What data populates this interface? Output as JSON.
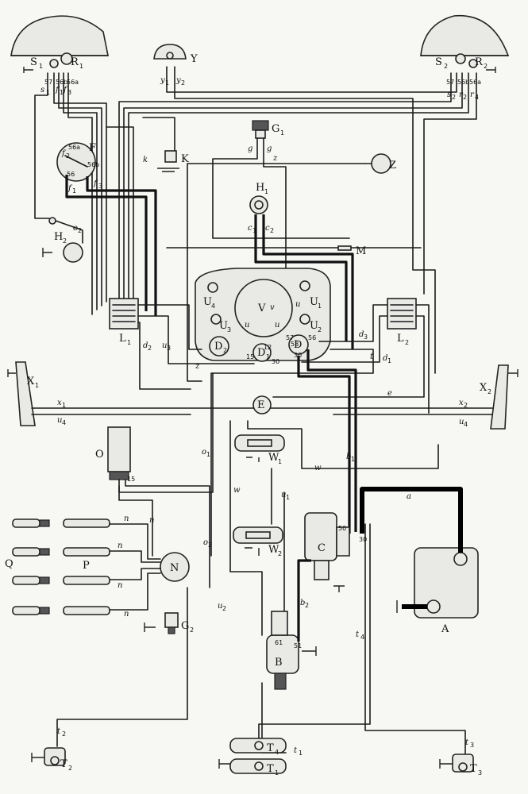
{
  "components": {
    "S1": "S",
    "S1_sub": "1",
    "R1": "R",
    "R1_sub": "1",
    "S2": "S",
    "S2_sub": "2",
    "R2": "R",
    "R2_sub": "2",
    "Y": "Y",
    "G1": "G",
    "G1_sub": "1",
    "K": "K",
    "F": "F",
    "Z": "Z",
    "H1": "H",
    "H1_sub": "1",
    "H2": "H",
    "H2_sub": "2",
    "M": "M",
    "L1": "L",
    "L1_sub": "1",
    "L2": "L",
    "L2_sub": "2",
    "V": "V",
    "U4": "U",
    "U4_sub": "4",
    "U3": "U",
    "U3_sub": "3",
    "U1": "U",
    "U1_sub": "1",
    "U2": "U",
    "U2_sub": "2",
    "D2": "D",
    "D2_sub": "2",
    "D1": "D",
    "D1_sub": "1",
    "D": "D",
    "X1": "X",
    "X1_sub": "1",
    "X2": "X",
    "X2_sub": "2",
    "E": "E",
    "O": "O",
    "W1": "W",
    "W1_sub": "1",
    "W2": "W",
    "W2_sub": "2",
    "C": "C",
    "A": "A",
    "Q": "Q",
    "P": "P",
    "N": "N",
    "G2": "G",
    "G2_sub": "2",
    "B": "B",
    "T2": "T",
    "T2_sub": "2",
    "T4": "T",
    "T4_sub": "4",
    "T1": "T",
    "T1_sub": "1",
    "T3": "T",
    "T3_sub": "3"
  },
  "wires": {
    "s1": "s",
    "s1_sub": "1",
    "f1": "f",
    "f1_sub": "1",
    "f3": "f",
    "f3_sub": "3",
    "f2": "f",
    "f2_sub": "2",
    "s2": "s",
    "s2_sub": "2",
    "r2": "r",
    "r2_sub": "2",
    "r4": "r",
    "r4_sub": "4",
    "y1": "y",
    "y1_sub": "1",
    "y2": "y",
    "y2_sub": "2",
    "g_a": "g",
    "g_b": "g",
    "k": "k",
    "z": "z",
    "z2": "z",
    "c1": "c",
    "c1_sub": "1",
    "c2": "c",
    "c2_sub": "2",
    "o2": "o",
    "o2_sub": "2",
    "o1": "o",
    "o1_sub": "1",
    "o2b": "o",
    "o2b_sub": "2",
    "d2": "d",
    "d2_sub": "2",
    "d3": "d",
    "d3_sub": "3",
    "d1": "d",
    "d1_sub": "1",
    "u3": "u",
    "u3_sub": "3",
    "u_a": "u",
    "u_b": "u",
    "u_c": "u",
    "v": "v",
    "t": "t",
    "x1": "x",
    "x1_sub": "1",
    "x2": "x",
    "x2_sub": "2",
    "u4a": "u",
    "u4a_sub": "4",
    "u4b": "u",
    "u4b_sub": "4",
    "e": "e",
    "w_a": "w",
    "w_b": "w",
    "b1": "b",
    "b1_sub": "1",
    "b2": "b",
    "b2_sub": "2",
    "a": "a",
    "u1": "u",
    "u1_sub": "1",
    "u2": "u",
    "u2_sub": "2",
    "n1": "n",
    "n2": "n",
    "n3": "n",
    "n4": "n",
    "n5": "n",
    "t4": "t",
    "t4_sub": "4",
    "t2": "t",
    "t2_sub": "2",
    "t1": "t",
    "t1_sub": "1",
    "t3": "t",
    "t3_sub": "3"
  },
  "terminals": {
    "h57a": "57",
    "h56b_a": "56b",
    "h56a_a": "56a",
    "h57b": "57",
    "h56b_b": "56b",
    "h56a_b": "56a",
    "f56a": "56a",
    "f56": "56",
    "f56b": "56b",
    "d57": "57",
    "d56": "56",
    "d58": "58",
    "d30": "30",
    "d30b": "30",
    "d12": "12",
    "d15": "15",
    "o15": "15",
    "c50": "50",
    "c30": "30",
    "b61": "61",
    "b51": "51"
  }
}
